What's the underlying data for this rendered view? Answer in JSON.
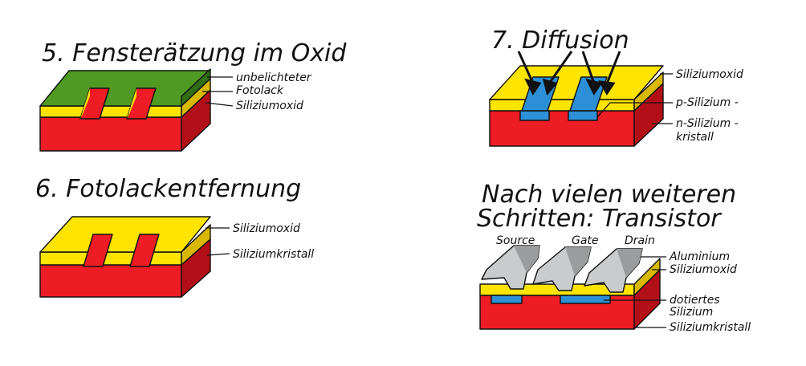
{
  "panels": {
    "p5": {
      "title": "5. Fensterätzung im Oxid",
      "labels": [
        "unbelichteter",
        "Fotolack",
        "Siliziumoxid"
      ]
    },
    "p6": {
      "title": "6. Fotolackentfernung",
      "labels": [
        "Siliziumoxid",
        "Siliziumkristall"
      ]
    },
    "p7": {
      "title": "7. Diffusion",
      "labels": [
        "Siliziumoxid",
        "p-Silizium -",
        "n-Silizium -",
        "kristall"
      ]
    },
    "p8": {
      "title_line1": "Nach vielen weiteren",
      "title_line2": "Schritten: Transistor",
      "top_labels": [
        "Source",
        "Gate",
        "Drain"
      ],
      "labels": [
        "Aluminium",
        "Siliziumoxid",
        "dotiertes",
        "Silizium",
        "Siliziumkristall"
      ]
    }
  },
  "colors": {
    "substrate": "#ee1c24",
    "substrate_dark": "#b30f18",
    "oxide": "#ffe400",
    "oxide_dark": "#d8b800",
    "photoresist": "#4e9a22",
    "photoresist_dark": "#2f6e12",
    "doped": "#2d8fd5",
    "aluminium": "#c9cbcc",
    "arrow": "#111111"
  }
}
